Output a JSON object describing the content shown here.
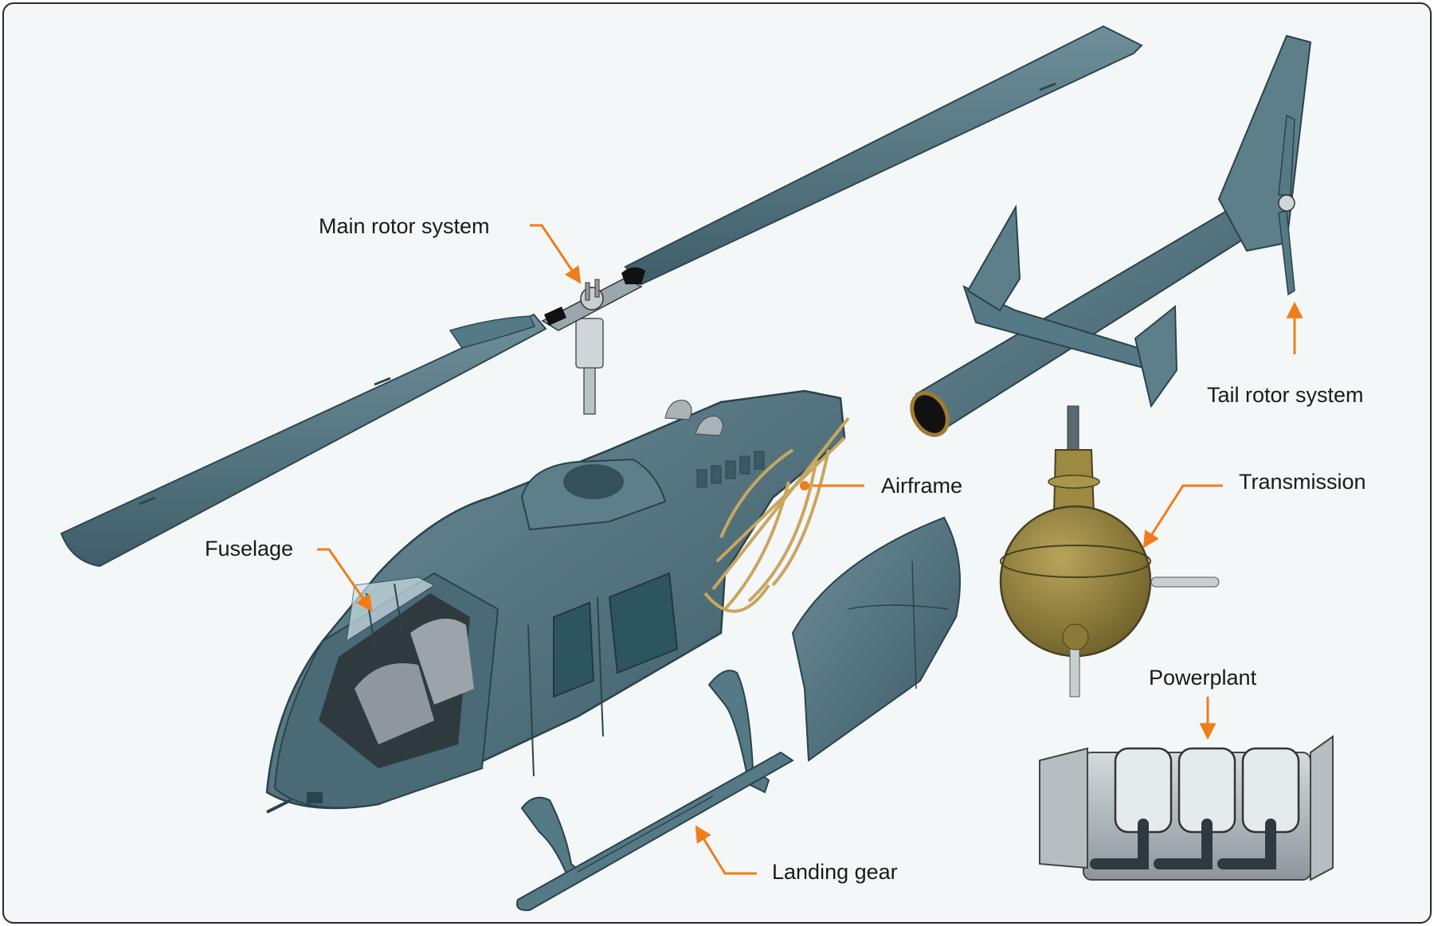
{
  "labels": {
    "main_rotor": "Main rotor system",
    "tail_rotor": "Tail rotor system",
    "airframe": "Airframe",
    "transmission": "Transmission",
    "fuselage": "Fuselage",
    "powerplant": "Powerplant",
    "landing_gear": "Landing gear"
  },
  "colors": {
    "background": "#f4f7f8",
    "body_blue": "#4e6f7b",
    "body_dark": "#36525c",
    "body_light": "#6c8c97",
    "leader_orange": "#f07d1a",
    "transmission_gold": "#8a7a36",
    "airframe_tan": "#c8a660"
  }
}
